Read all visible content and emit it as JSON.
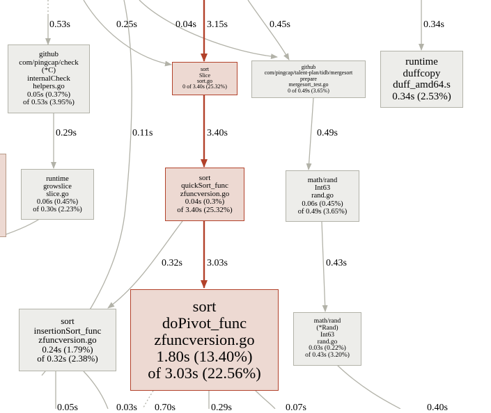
{
  "edge_labels": {
    "e1": "0.53s",
    "e2": "0.25s",
    "e3": "0.04s",
    "e4": "3.15s",
    "e5": "0.45s",
    "e6": "0.34s",
    "e7": "0.29s",
    "e8": "0.11s",
    "e9": "3.40s",
    "e10": "0.49s",
    "e11": "0.32s",
    "e12": "3.03s",
    "e13": "0.43s",
    "b1": "0.05s",
    "b2": "0.03s",
    "b3": "0.70s",
    "b4": "0.29s",
    "b5": "0.07s",
    "b6": "0.40s"
  },
  "nodes": {
    "check": [
      "github",
      "com/pingcap/check",
      "(*C)",
      "internalCheck",
      "helpers.go",
      "0.05s (0.37%)",
      "of 0.53s (3.95%)"
    ],
    "sortSlice": [
      "sort",
      "Slice",
      "sort.go",
      "0 of 3.40s (25.32%)"
    ],
    "mergesort": [
      "github",
      "com/pingcap/talent-plan/tidb/mergesort",
      "prepare",
      "mergesort_test.go",
      "0 of 0.49s (3.65%)"
    ],
    "duffcopy": [
      "runtime",
      "duffcopy",
      "duff_amd64.s",
      "0.34s (2.53%)"
    ],
    "growslice": [
      "runtime",
      "growslice",
      "slice.go",
      "0.06s (0.45%)",
      "of 0.30s (2.23%)"
    ],
    "quickSort": [
      "sort",
      "quickSort_func",
      "zfuncversion.go",
      "0.04s (0.3%)",
      "of 3.40s (25.32%)"
    ],
    "int63": [
      "math/rand",
      "Int63",
      "rand.go",
      "0.06s (0.45%)",
      "of 0.49s (3.65%)"
    ],
    "insertionSort": [
      "sort",
      "insertionSort_func",
      "zfuncversion.go",
      "0.24s (1.79%)",
      "of 0.32s (2.38%)"
    ],
    "doPivot": [
      "sort",
      "doPivot_func",
      "zfuncversion.go",
      "1.80s (13.40%)",
      "of 3.03s (22.56%)"
    ],
    "randInt63": [
      "math/rand",
      "(*Rand)",
      "Int63",
      "rand.go",
      "0.03s (0.22%)",
      "of 0.43s (3.20%)"
    ]
  },
  "colors": {
    "hot_edge": "#b2412a",
    "cold_edge": "#b2b2a8",
    "hot_fill": "#edd9d2",
    "cold_fill": "#ededea"
  }
}
